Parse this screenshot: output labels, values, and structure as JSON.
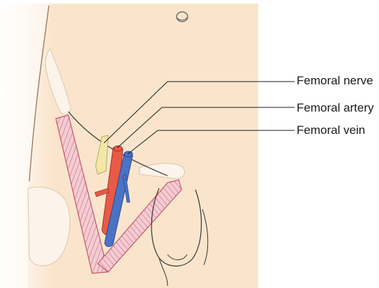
{
  "labels": {
    "femoral_nerve": "Femoral nerve",
    "femoral_artery": "Femoral artery",
    "femoral_vein": "Femoral vein"
  },
  "colors": {
    "skin": "#fae5cc",
    "bone": "#fcf3ea",
    "muscle": "#d46a7e",
    "muscle_fill": "#eec5cc",
    "artery": "#e85a46",
    "vein": "#4a73c6",
    "nerve": "#f3e6a6",
    "leader_line": "#1a1a1a"
  }
}
